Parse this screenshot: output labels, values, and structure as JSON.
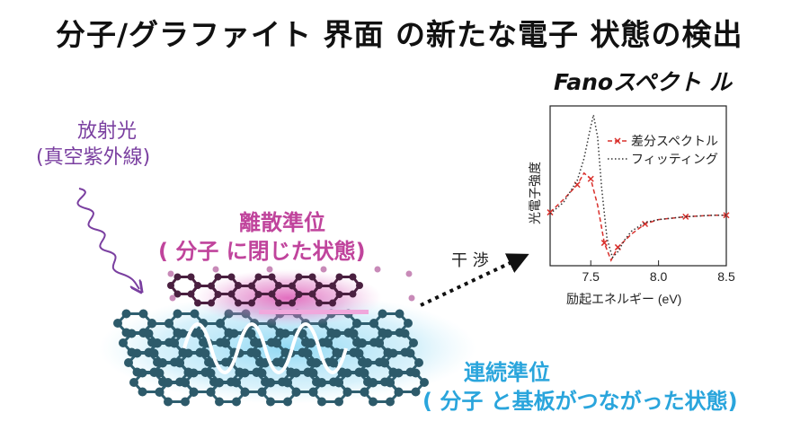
{
  "title": "分子/グラファイト 界面 の新たな電子 状態の検出",
  "fano_title": "Fanoスペクト ル",
  "radiation": {
    "line1": "放射光",
    "line2": "(真空紫外線)"
  },
  "discrete": {
    "line1": "離散準位",
    "line2": "( 分子 に閉じた状態)"
  },
  "continuum": {
    "line1": "連続準位",
    "line2": "( 分子 と基板がつながった状態)"
  },
  "interference": "干 渉",
  "colors": {
    "magenta": "#c0449c",
    "cyan": "#2aa5dc",
    "purple": "#7a3fa0",
    "graphite": "#2f5f70",
    "molecule": "#4a2040",
    "diff_series": "#d9302c",
    "fit_series": "#333333"
  },
  "chart_data": {
    "type": "line",
    "xlabel": "励起エネルギー (eV)",
    "ylabel": "光電子強度",
    "xlim": [
      7.2,
      8.5
    ],
    "xticks": [
      7.5,
      8.0,
      8.5
    ],
    "yticks_shown": false,
    "legend_placement": "top-right",
    "series": [
      {
        "name": "差分スペクトル",
        "style": "dashed-cross",
        "x": [
          7.2,
          7.3,
          7.4,
          7.45,
          7.5,
          7.55,
          7.6,
          7.65,
          7.7,
          7.8,
          7.9,
          8.0,
          8.2,
          8.4,
          8.5
        ],
        "y": [
          0.33,
          0.42,
          0.52,
          0.6,
          0.56,
          0.38,
          0.12,
          0.0,
          0.09,
          0.18,
          0.25,
          0.28,
          0.3,
          0.31,
          0.31
        ]
      },
      {
        "name": "フィッティング",
        "style": "dotted",
        "x": [
          7.2,
          7.3,
          7.4,
          7.45,
          7.5,
          7.52,
          7.55,
          7.58,
          7.62,
          7.66,
          7.7,
          7.75,
          7.8,
          7.9,
          8.0,
          8.2,
          8.4,
          8.5
        ],
        "y": [
          0.32,
          0.4,
          0.55,
          0.7,
          0.92,
          1.0,
          0.85,
          0.5,
          0.15,
          0.02,
          0.06,
          0.14,
          0.2,
          0.26,
          0.28,
          0.3,
          0.31,
          0.31
        ]
      }
    ]
  }
}
